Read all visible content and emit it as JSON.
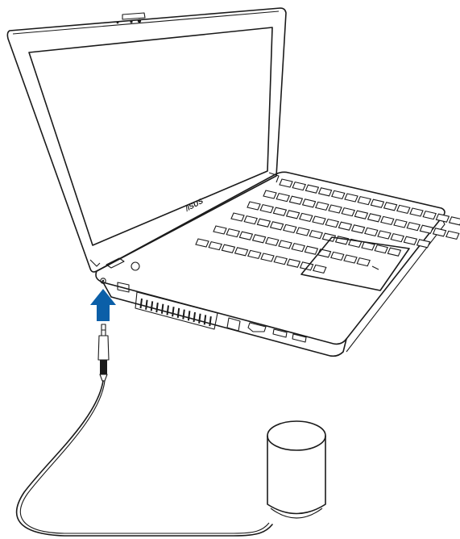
{
  "brand": {
    "logo_text": "/ISUS"
  },
  "colors": {
    "arrow": "#0b5fa8",
    "line": "#1a1a1a",
    "background": "#ffffff"
  },
  "keyboard": {
    "rows": [
      15,
      15,
      14,
      13,
      12,
      10
    ]
  }
}
